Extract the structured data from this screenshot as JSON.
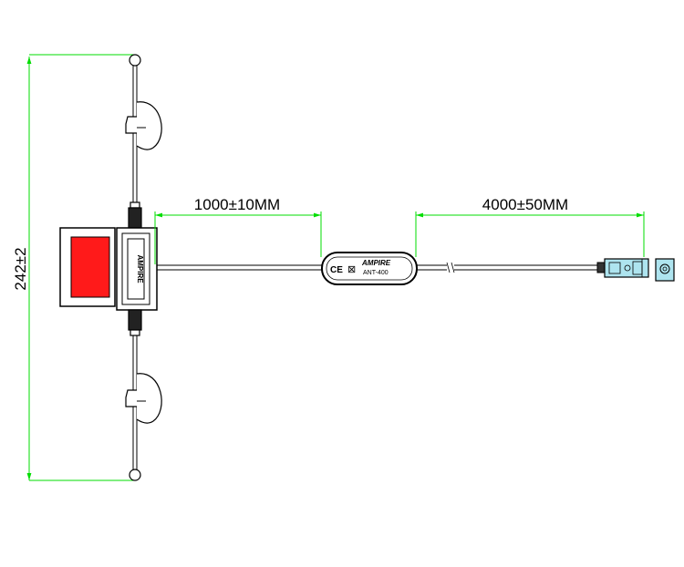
{
  "dimensions": {
    "height_label": "242±2",
    "segment1_label": "1000±10MM",
    "segment2_label": "4000±50MM"
  },
  "amplifier": {
    "ce_mark": "CE",
    "brand": "AMPIRE",
    "model": "ANT-400"
  },
  "antenna_brand": "AMPIRE",
  "colors": {
    "dimension_line": "#00dd00",
    "red_pad": "#ff1a1a",
    "connector": "#aee4ef",
    "outline": "#000000"
  }
}
